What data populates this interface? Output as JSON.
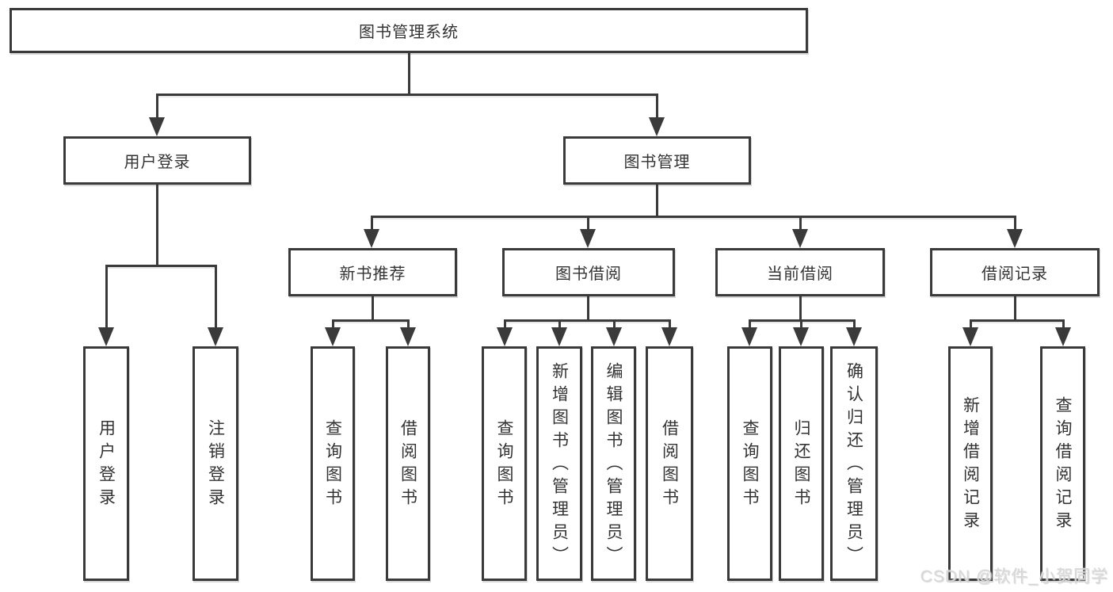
{
  "diagram": {
    "root": {
      "label": "图书管理系统"
    },
    "level2": [
      {
        "label": "用户登录"
      },
      {
        "label": "图书管理"
      }
    ],
    "level3": [
      {
        "label": "新书推荐"
      },
      {
        "label": "图书借阅"
      },
      {
        "label": "当前借阅"
      },
      {
        "label": "借阅记录"
      }
    ],
    "leaves": {
      "user_login": [
        "用户登录",
        "注销登录"
      ],
      "new_books": [
        "查询图书",
        "借阅图书"
      ],
      "book_borrow": [
        "查询图书",
        "新增图书（管理员）",
        "编辑图书（管理员）",
        "借阅图书"
      ],
      "current_borrow": [
        "查询图书",
        "归还图书",
        "确认归还（管理员）"
      ],
      "borrow_records": [
        "新增借阅记录",
        "查询借阅记录"
      ]
    }
  },
  "watermark": {
    "text": "CSDN @软件_小贺同学"
  },
  "colors": {
    "line": "#3a3a3a",
    "text": "#333333",
    "background": "#ffffff",
    "watermark": "#d7d7d7"
  }
}
